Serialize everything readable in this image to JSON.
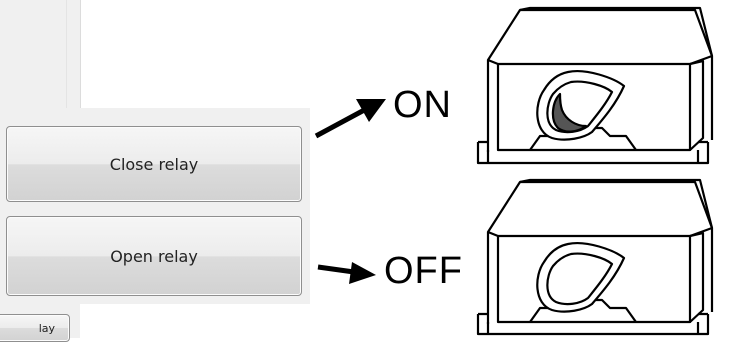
{
  "buttons": {
    "close_relay": "Close relay",
    "open_relay": "Open relay",
    "partial_button": "lay"
  },
  "states": {
    "on": "ON",
    "off": "OFF"
  }
}
